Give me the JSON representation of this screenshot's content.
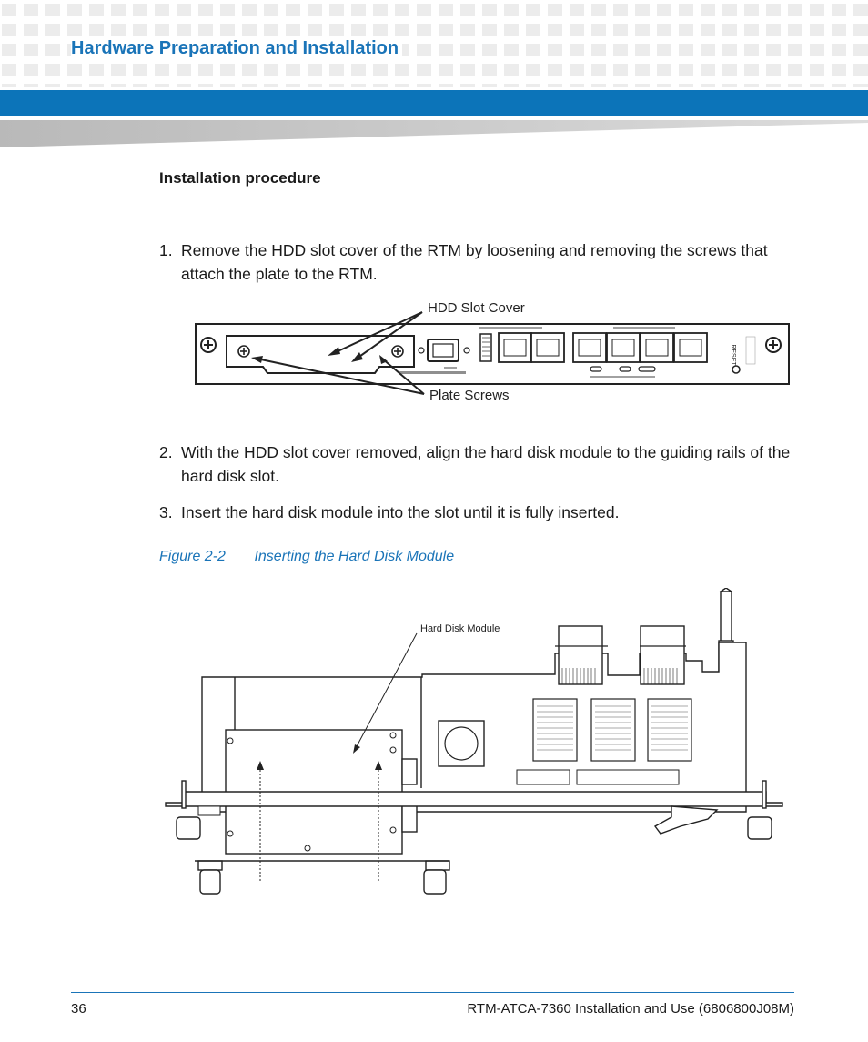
{
  "header": {
    "title": "Hardware Preparation and Installation",
    "accent_color": "#0c74b9"
  },
  "section": {
    "heading": "Installation procedure"
  },
  "steps": [
    {
      "number": "1.",
      "text": "Remove the HDD slot cover of the RTM by loosening and removing the screws that attach the plate to the RTM."
    },
    {
      "number": "2.",
      "text": "With the HDD slot cover removed, align the hard disk module to the guiding rails of the hard disk slot."
    },
    {
      "number": "3.",
      "text": "Insert the hard disk module into the slot until it is fully inserted."
    }
  ],
  "figure_front": {
    "callout_cover": "HDD Slot Cover",
    "callout_screws": "Plate Screws",
    "reset_label": "RESET"
  },
  "figure_2": {
    "label": "Figure 2-2",
    "title": "Inserting the Hard Disk Module",
    "callout_module": "Hard Disk Module"
  },
  "footer": {
    "page_number": "36",
    "doc_reference": "RTM-ATCA-7360 Installation and Use (6806800J08M)"
  }
}
